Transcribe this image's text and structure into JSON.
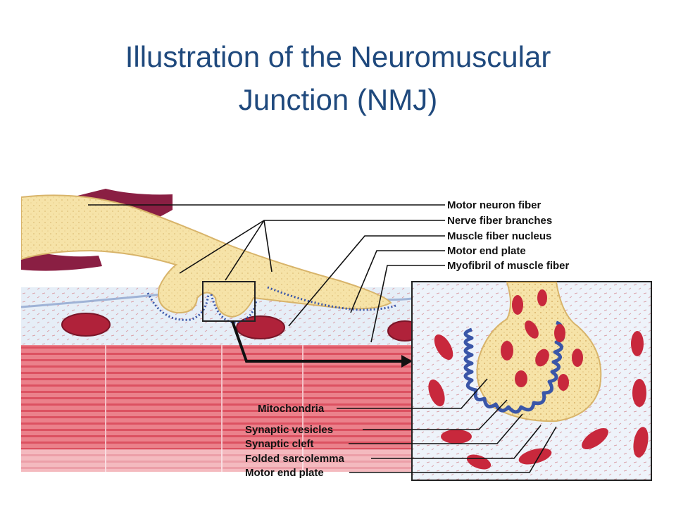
{
  "title": {
    "line1": "Illustration of the Neuromuscular",
    "line2": "Junction (NMJ)"
  },
  "labels_top": {
    "motor_neuron_fiber": "Motor neuron fiber",
    "nerve_fiber_branches": "Nerve fiber branches",
    "muscle_fiber_nucleus": "Muscle fiber nucleus",
    "motor_end_plate": "Motor end plate",
    "myofibril": "Myofibril of muscle fiber"
  },
  "labels_bottom": {
    "mitochondria": "Mitochondria",
    "synaptic_vesicles": "Synaptic vesicles",
    "synaptic_cleft": "Synaptic cleft",
    "folded_sarcolemma": "Folded sarcolemma",
    "motor_end_plate": "Motor end plate"
  },
  "colors": {
    "title": "#1f497d",
    "axon": "#f6e3a8",
    "muscle_band": "#e0404f",
    "nucleus": "#b0223a",
    "sarcolemma_fold": "#3a56a8",
    "mitochondria": "#c8283c"
  }
}
